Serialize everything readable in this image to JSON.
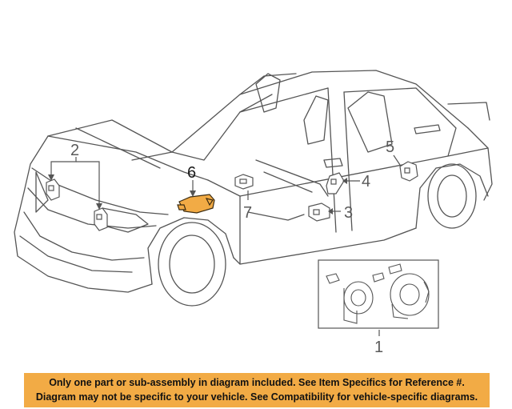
{
  "diagram": {
    "callouts": {
      "c1": "1",
      "c2": "2",
      "c3": "3",
      "c4": "4",
      "c5": "5",
      "c6": "6",
      "c7": "7"
    },
    "highlight_color": "#f2ab45",
    "line_color": "#555555"
  },
  "banner": {
    "line1": "Only one part or sub-assembly in diagram included. See Item Specifics for Reference #.",
    "line2": "Diagram may not be specific to your vehicle. See Compatibility for vehicle-specific diagrams."
  }
}
